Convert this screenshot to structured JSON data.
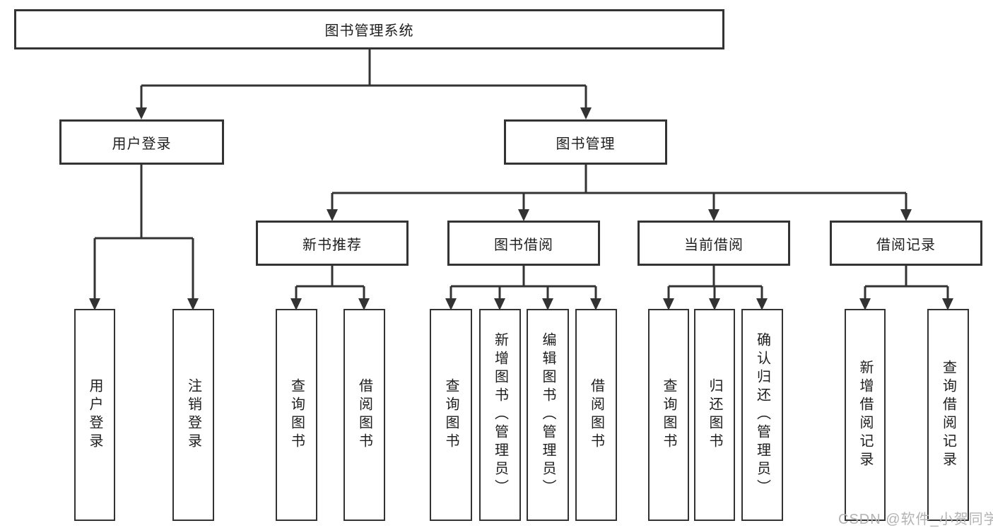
{
  "diagram": {
    "type": "function-structure-tree",
    "colors": {
      "line": "#333333",
      "box_border": "#333333",
      "text": "#1e1e1e",
      "background": "#ffffff",
      "watermark_text_color": "#b3b3b3"
    },
    "watermark": "CSDN @软件_小贺同学"
  },
  "tree": {
    "label": "图书管理系统",
    "children": [
      {
        "label": "用户登录",
        "children": [
          {
            "label": "用户登录"
          },
          {
            "label": "注销登录"
          }
        ]
      },
      {
        "label": "图书管理",
        "children": [
          {
            "label": "新书推荐",
            "children": [
              {
                "label": "查询图书"
              },
              {
                "label": "借阅图书"
              }
            ]
          },
          {
            "label": "图书借阅",
            "children": [
              {
                "label": "查询图书"
              },
              {
                "label": "新增图书（管理员）"
              },
              {
                "label": "编辑图书（管理员）"
              },
              {
                "label": "借阅图书"
              }
            ]
          },
          {
            "label": "当前借阅",
            "children": [
              {
                "label": "查询图书"
              },
              {
                "label": "归还图书"
              },
              {
                "label": "确认归还（管理员）"
              }
            ]
          },
          {
            "label": "借阅记录",
            "children": [
              {
                "label": "新增借阅记录"
              },
              {
                "label": "查询借阅记录"
              }
            ]
          }
        ]
      }
    ]
  }
}
